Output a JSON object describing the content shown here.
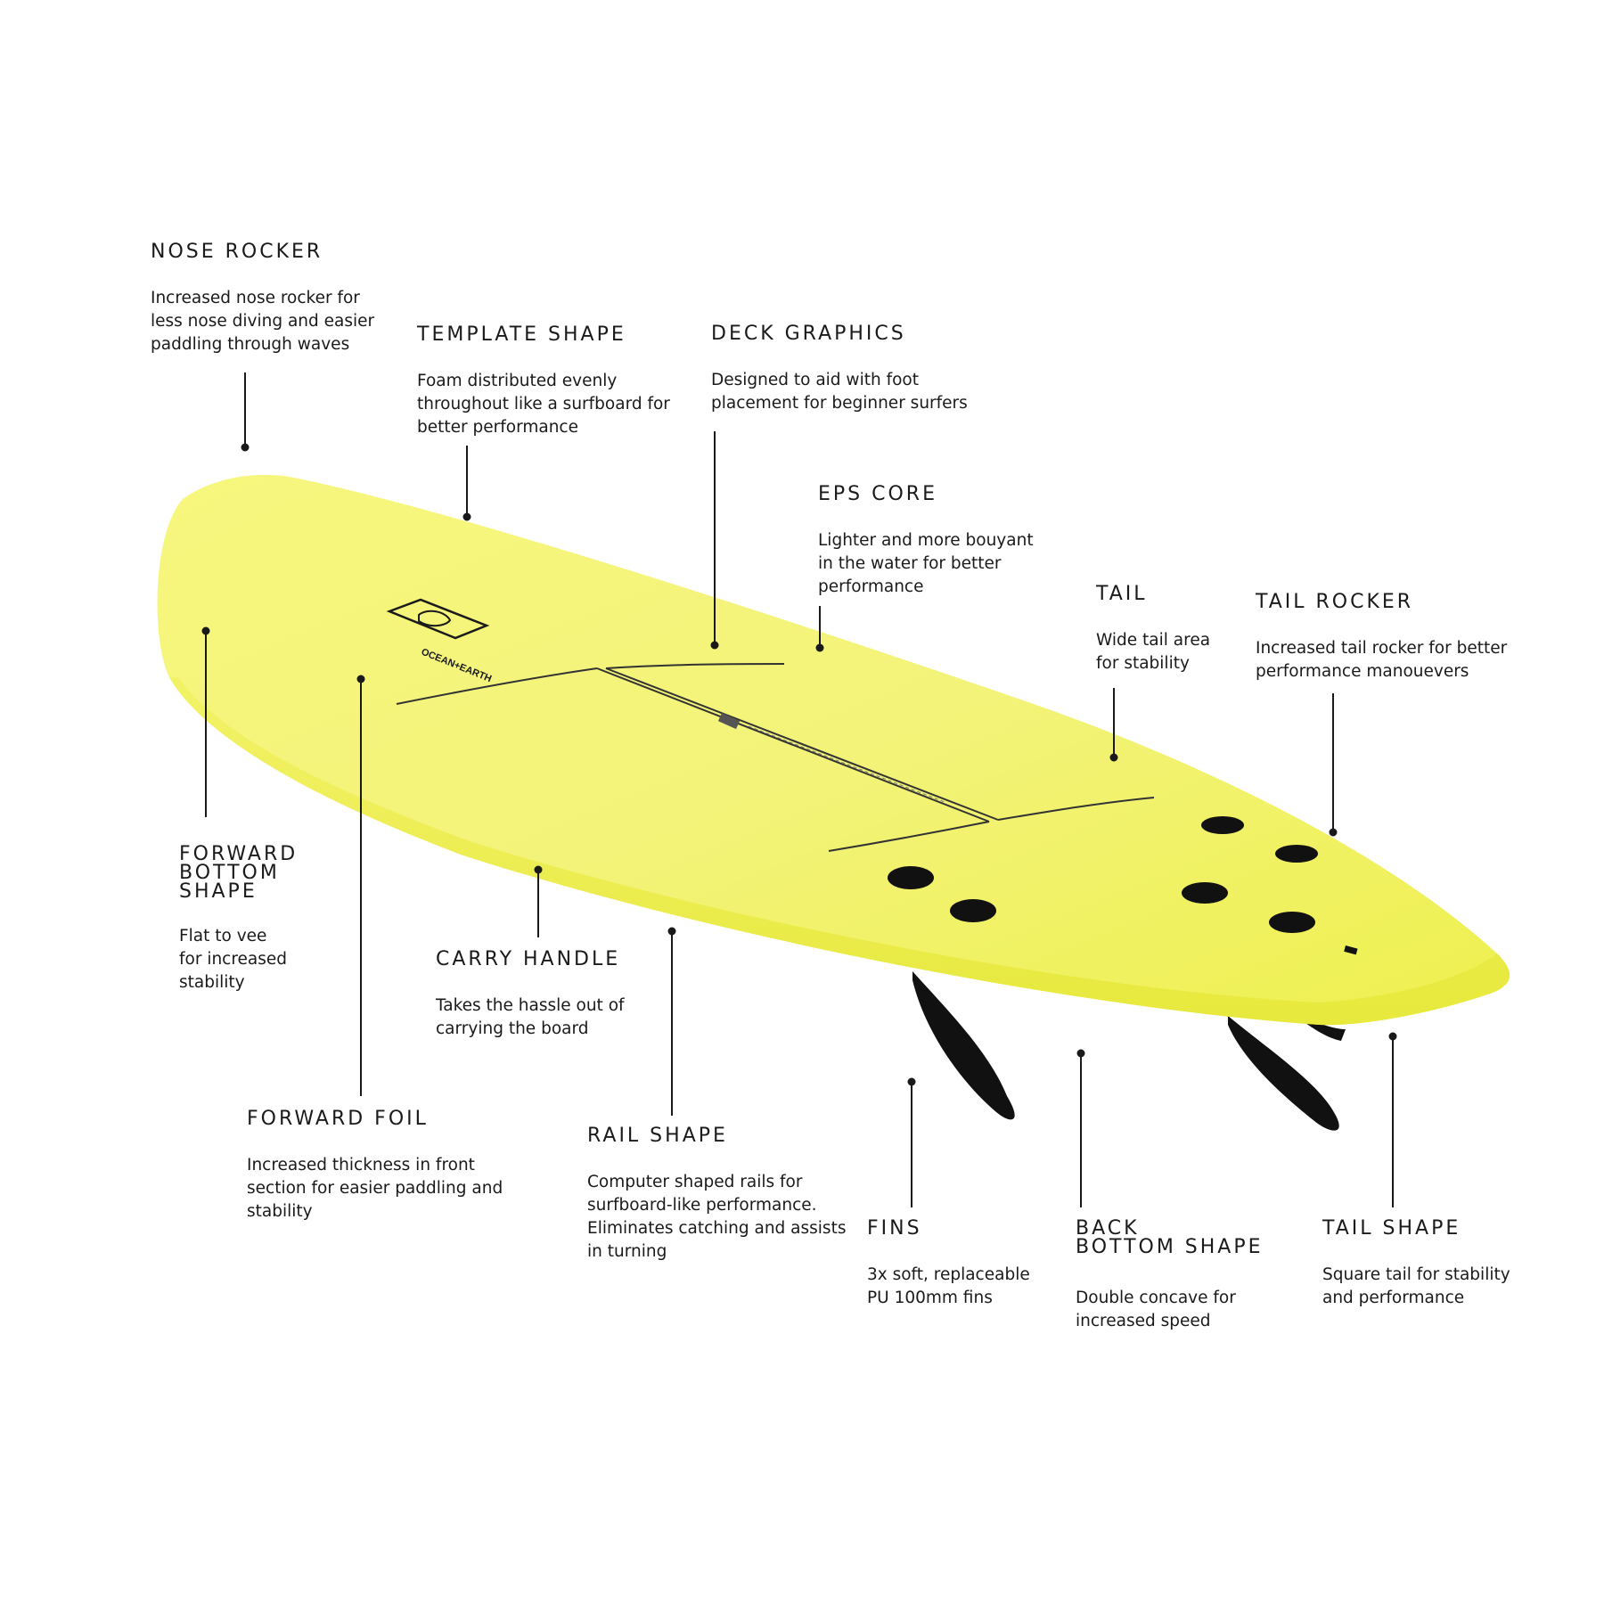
{
  "colors": {
    "board": "#f2f25a",
    "board_light": "#f7f7a0",
    "ink": "#1a1a1a",
    "fin": "#111111"
  },
  "logo": {
    "text": "OCEAN+EARTH"
  },
  "callouts": {
    "nose_rocker": {
      "title": "NOSE ROCKER",
      "desc": "Increased nose rocker for\nless nose diving and easier\npaddling through waves"
    },
    "template_shape": {
      "title": "TEMPLATE SHAPE",
      "desc": "Foam distributed evenly\nthroughout like a surfboard for\nbetter performance"
    },
    "deck_graphics": {
      "title": "DECK GRAPHICS",
      "desc": "Designed to aid with foot\nplacement for beginner surfers"
    },
    "eps_core": {
      "title": "EPS CORE",
      "desc": "Lighter and more bouyant\nin the water for better\nperformance"
    },
    "tail": {
      "title": "TAIL",
      "desc": "Wide tail area\nfor stability"
    },
    "tail_rocker": {
      "title": "TAIL ROCKER",
      "desc": "Increased tail rocker for better\nperformance manouevers"
    },
    "forward_bottom_shape": {
      "title": "FORWARD\nBOTTOM\nSHAPE",
      "desc": "Flat to vee\nfor increased\nstability"
    },
    "carry_handle": {
      "title": "CARRY HANDLE",
      "desc": "Takes the hassle out of\ncarrying the board"
    },
    "forward_foil": {
      "title": "FORWARD FOIL",
      "desc": "Increased thickness in front\nsection for easier paddling and\nstability"
    },
    "rail_shape": {
      "title": "RAIL SHAPE",
      "desc": "Computer shaped rails for\nsurfboard-like performance.\nEliminates catching and assists\nin turning"
    },
    "fins": {
      "title": "FINS",
      "desc": "3x soft, replaceable\nPU 100mm fins"
    },
    "back_bottom_shape": {
      "title": "BACK\nBOTTOM SHAPE",
      "desc": "Double concave for\nincreased speed"
    },
    "tail_shape": {
      "title": "TAIL SHAPE",
      "desc": "Square tail for stability\nand performance"
    }
  }
}
